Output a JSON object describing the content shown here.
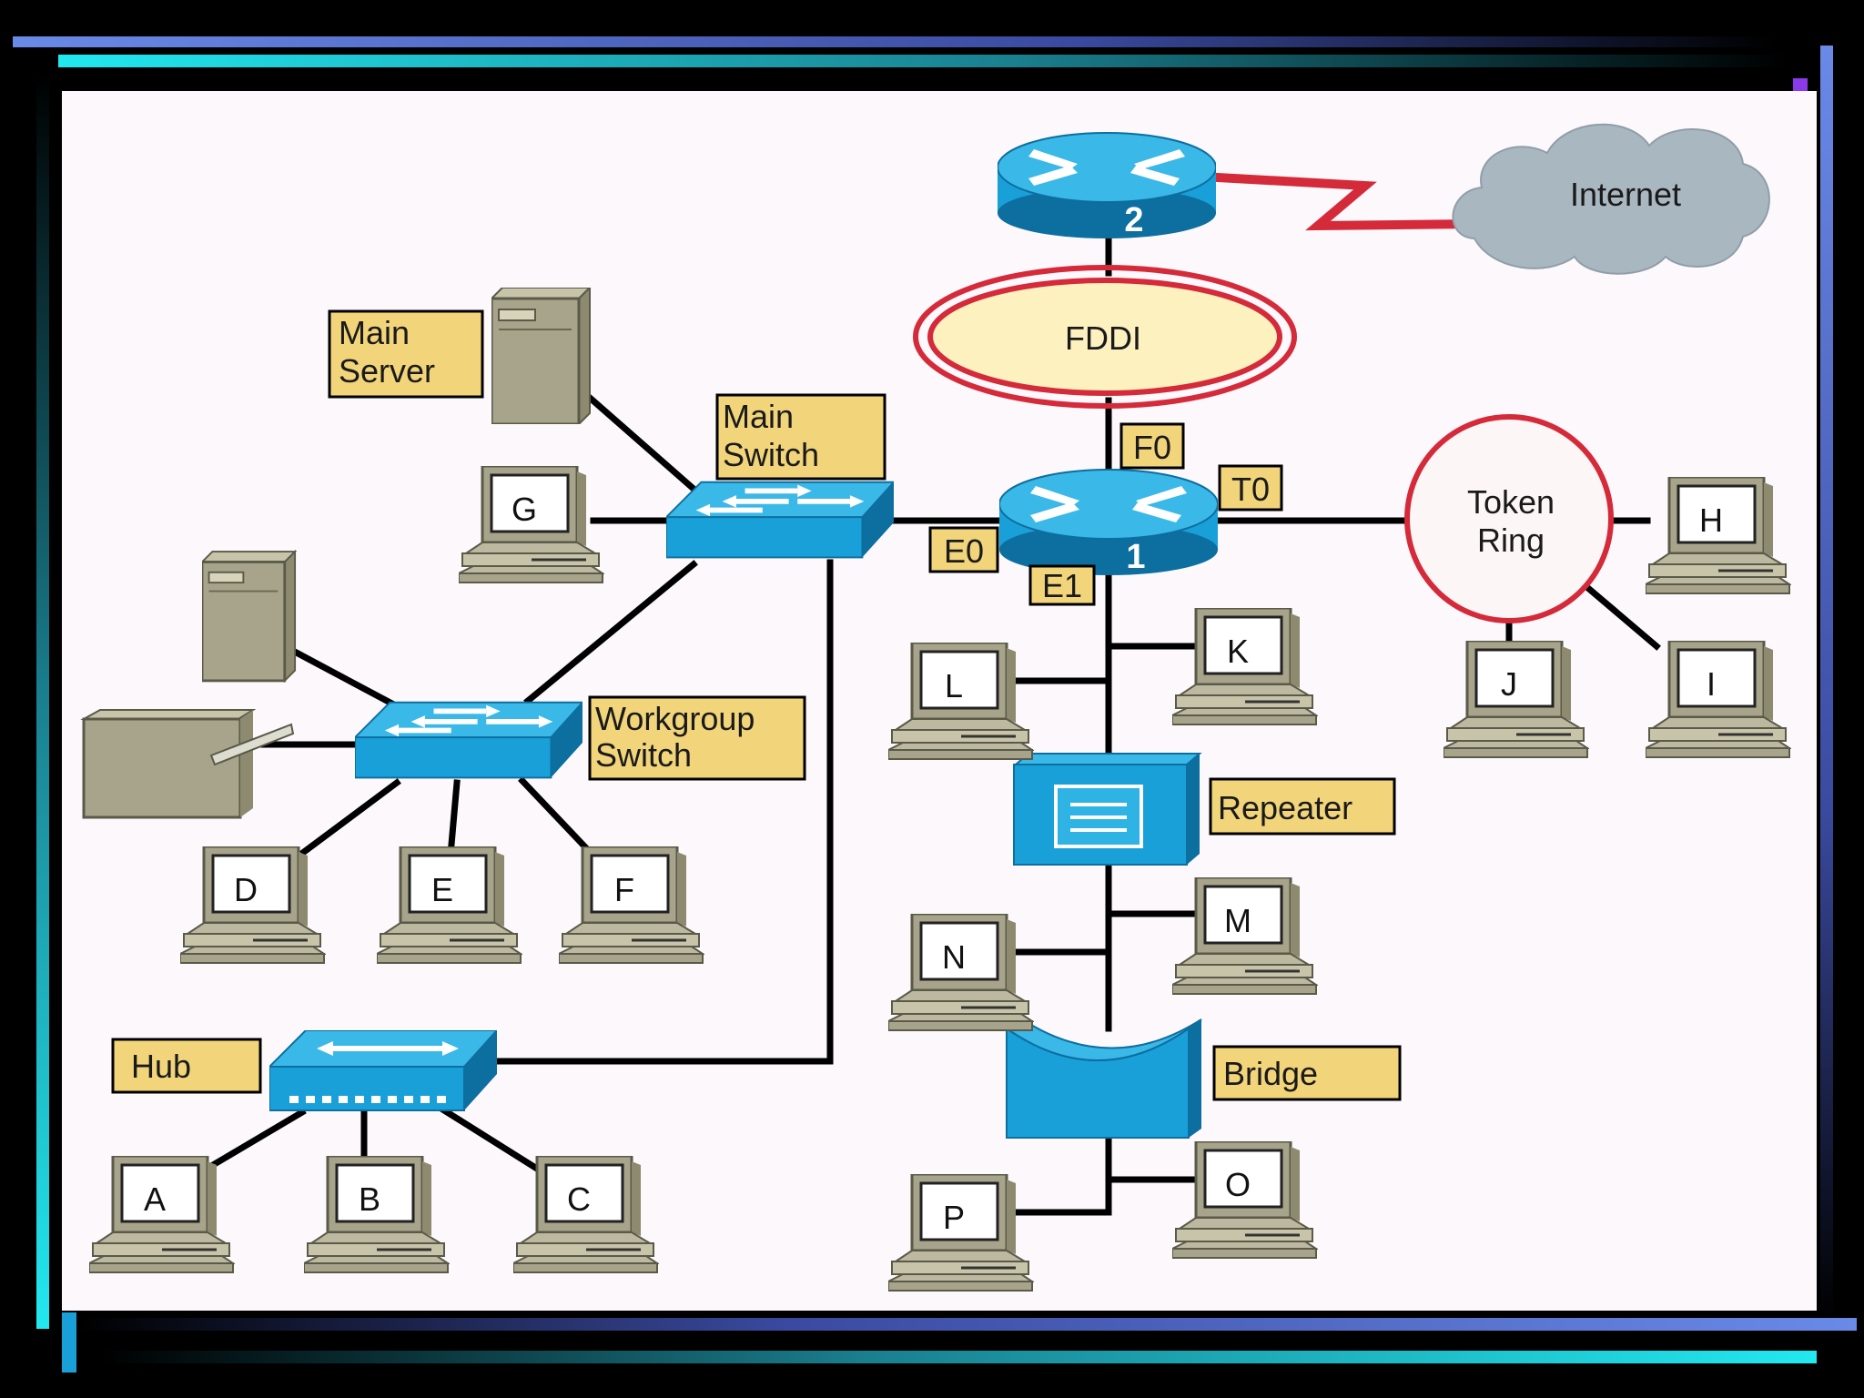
{
  "labels": {
    "main_server_line1": "Main",
    "main_server_line2": "Server",
    "main_switch_line1": "Main",
    "main_switch_line2": "Switch",
    "workgroup_switch_line1": "Workgroup",
    "workgroup_switch_line2": "Switch",
    "hub": "Hub",
    "repeater": "Repeater",
    "bridge": "Bridge",
    "internet": "Internet",
    "fddi": "FDDI",
    "token_ring_line1": "Token",
    "token_ring_line2": "Ring",
    "router1": "1",
    "router2": "2",
    "port_f0": "F0",
    "port_t0": "T0",
    "port_e0": "E0",
    "port_e1": "E1"
  },
  "computers": {
    "a": "A",
    "b": "B",
    "c": "C",
    "d": "D",
    "e": "E",
    "f": "F",
    "g": "G",
    "h": "H",
    "i": "I",
    "j": "J",
    "k": "K",
    "l": "L",
    "m": "M",
    "n": "N",
    "o": "O",
    "p": "P"
  },
  "colors": {
    "device_blue": "#1aa0d8",
    "device_blue_dark": "#0d6ea0",
    "label_fill": "#f2d57a",
    "ring_red": "#d42a3a",
    "fddi_fill": "#fdf1c0",
    "cloud_fill": "#a9b7c0",
    "wan_link": "#d42a3a"
  }
}
